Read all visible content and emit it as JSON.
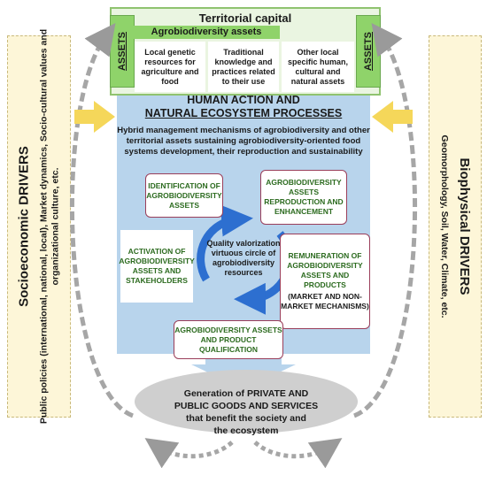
{
  "territorial_capital": {
    "title": "Territorial capital",
    "assets_label": "ASSETS",
    "agro_title": "Agrobiodiversity assets",
    "cells": [
      "Local genetic resources for agriculture and food",
      "Traditional knowledge and practices related to their use",
      "Other local specific human, cultural and natural assets"
    ]
  },
  "left_driver": {
    "title": "Socioeconomic DRIVERS",
    "body_line1": "Public policies (international, national, local), Market dynamics, Socio-cultural values and",
    "body_line2": "organizational culture, etc."
  },
  "right_driver": {
    "title": "Biophysical DRIVERS",
    "body": "Geomorphology, Soil, Water, Climate, etc."
  },
  "human_action": {
    "title_line1": "HUMAN ACTION AND",
    "title_line2": "NATURAL ECOSYSTEM PROCESSES",
    "desc": "Hybrid management mechanisms of agrobiodiversity and other territorial assets sustaining agrobiodiversity-oriented food systems development, their reproduction and sustainability"
  },
  "cycle_boxes": {
    "identification": "IDENTIFICATION OF AGROBIODIVERSITY ASSETS",
    "reproduction": "AGROBIODIVERSITY ASSETS REPRODUCTION AND ENHANCEMENT",
    "activation": "ACTIVATION OF AGROBIODIVERSITY ASSETS AND STAKEHOLDERS",
    "remuneration": "REMUNERATION OF AGROBIODIVERSITY ASSETS AND PRODUCTS",
    "remuneration_sub": "(MARKET AND NON-MARKET MECHANISMS)",
    "qualification": "AGROBIODIVERSITY ASSETS AND PRODUCT QUALIFICATION"
  },
  "center": {
    "text": "Quality valorization virtuous circle of agrobiodiversity resources"
  },
  "generation": {
    "line1": "Generation of PRIVATE AND",
    "line2": "PUBLIC GOODS AND SERVICES",
    "line3": "that benefit the society and",
    "line4": "the ecosystem"
  },
  "colors": {
    "capital_fill": "#eaf5e1",
    "assets_green": "#8fd36a",
    "process_blue": "#b8d4ec",
    "driver_fill": "#fdf6d8",
    "arrow_yellow": "#f5d75a",
    "box_text_green": "#2c6b1f",
    "cycle_blue": "#2d6fd0",
    "ellipse_gray": "#cfcfcf"
  }
}
